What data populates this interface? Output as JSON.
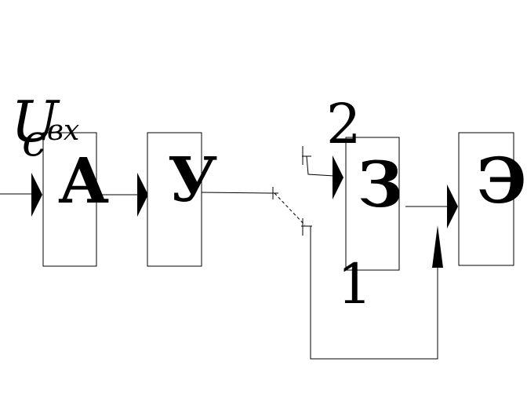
{
  "input_label": {
    "main": "U",
    "subscript": "вх",
    "overlay": "с"
  },
  "blocks": [
    {
      "id": "A",
      "letter": "А"
    },
    {
      "id": "Y",
      "letter": "У"
    },
    {
      "id": "Z",
      "letter": "З"
    },
    {
      "id": "E",
      "letter": "Э"
    }
  ],
  "switch_positions": {
    "upper": "2",
    "lower": "1"
  },
  "colors": {
    "stroke": "#000000",
    "background": "#ffffff"
  }
}
